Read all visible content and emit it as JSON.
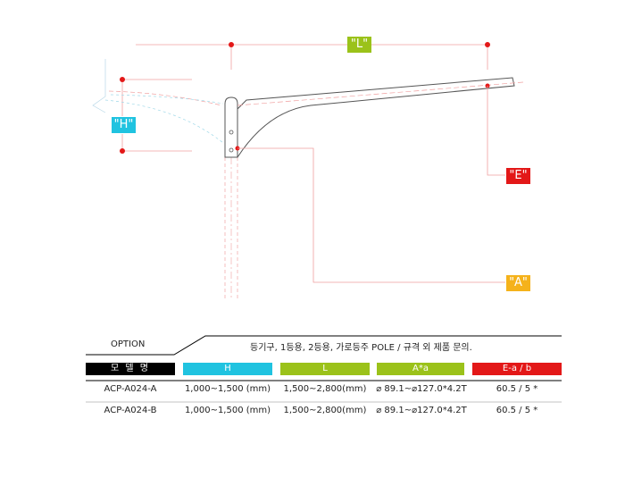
{
  "labels": {
    "L": "\"L\"",
    "H": "\"H\"",
    "E": "\"E\"",
    "A": "\"A\""
  },
  "colors": {
    "L": "#9bc21a",
    "H": "#20c3e0",
    "E": "#e31818",
    "A": "#f5b21b",
    "model_header": "#000000"
  },
  "option": {
    "label": "OPTION",
    "text": "등기구, 1등용, 2등용, 가로등주 POLE / 규격 외 제품 문의."
  },
  "table": {
    "headers": {
      "model": "모 델 명",
      "H": "H",
      "L": "L",
      "Aa": "A*a",
      "Eab": "E-a / b"
    },
    "rows": [
      {
        "model": "ACP-A024-A",
        "H": "1,000~1,500 (mm)",
        "L": "1,500~2,800(mm)",
        "Aa": "⌀ 89.1~⌀127.0*4.2T",
        "Eab": "60.5 / 5 *"
      },
      {
        "model": "ACP-A024-B",
        "H": "1,000~1,500 (mm)",
        "L": "1,500~2,800(mm)",
        "Aa": "⌀ 89.1~⌀127.0*4.2T",
        "Eab": "60.5 / 5 *"
      }
    ]
  }
}
